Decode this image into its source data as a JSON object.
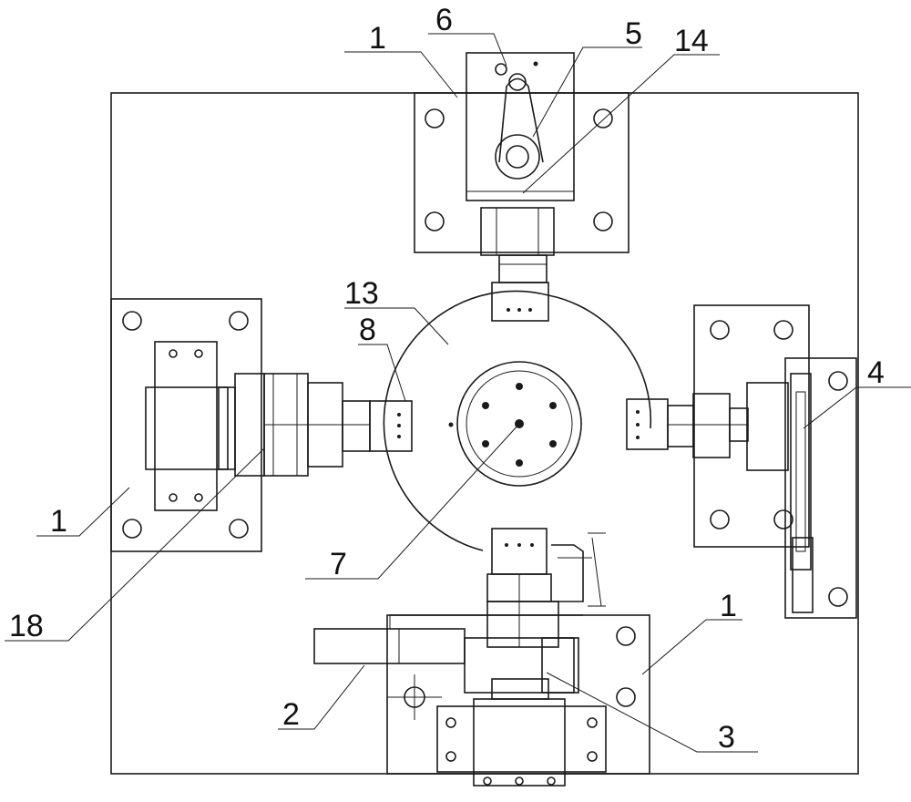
{
  "labels": {
    "l1a": "1",
    "l6": "6",
    "l5": "5",
    "l14": "14",
    "l13": "13",
    "l8": "8",
    "l4": "4",
    "l1b": "1",
    "l7": "7",
    "l18": "18",
    "l1c": "1",
    "l2": "2",
    "l3": "3"
  }
}
